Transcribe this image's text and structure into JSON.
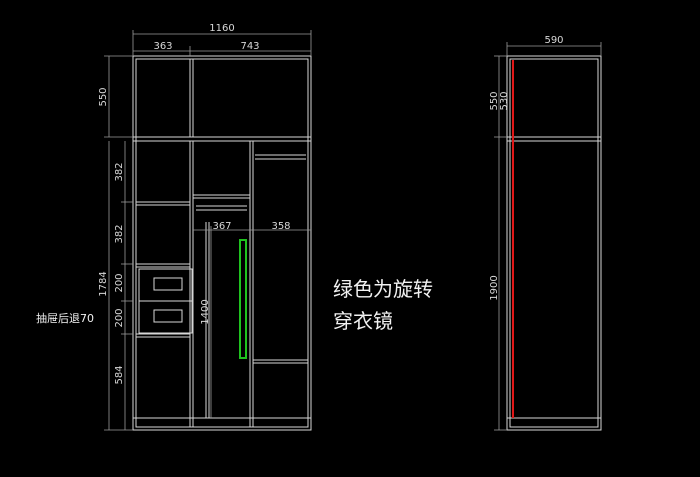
{
  "colors": {
    "background": "#000000",
    "lines": "#d8d8d8",
    "mirror_front": "#1fc21f",
    "mirror_side": "#e01818"
  },
  "front": {
    "width": "1160",
    "left_width": "363",
    "right_width": "743",
    "top_height": "550",
    "height_total": "1784",
    "shelf1": "382",
    "shelf2": "382",
    "drawer1": "200",
    "drawer2": "200",
    "bottom": "584",
    "mirror_height": "1400",
    "inner_left": "367",
    "inner_right": "358"
  },
  "side": {
    "depth": "590",
    "top_a": "550",
    "top_b": "530",
    "lower": "1900"
  },
  "notes": {
    "drawer": "抽屉后退70",
    "mirror_line1": "绿色为旋转",
    "mirror_line2": "穿衣镜"
  }
}
